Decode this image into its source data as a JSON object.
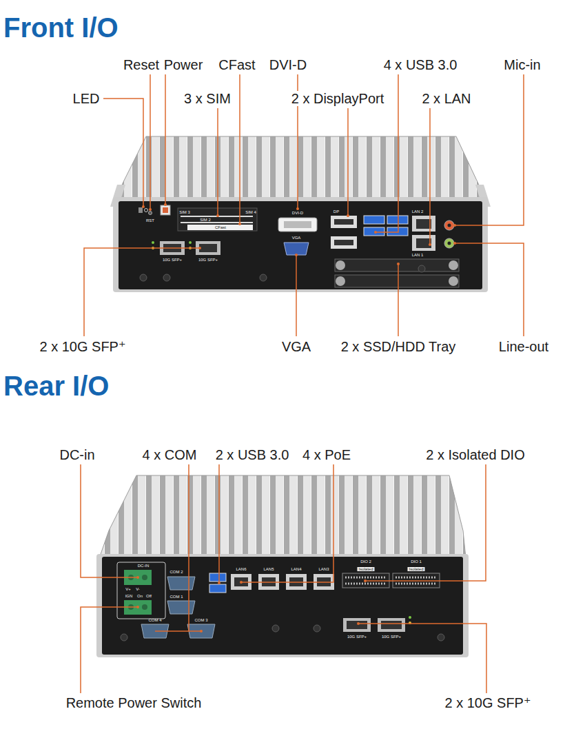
{
  "diagram": {
    "labels": [
      "Front I/O",
      "Reset",
      "Power",
      "CFast",
      "DVI-D",
      "4 x USB 3.0",
      "Mic-in",
      "LED",
      "3 x SIM",
      "2 x DisplayPort",
      "2 x LAN",
      "2 x 10G SFP⁺",
      "VGA",
      "2 x SSD/HDD Tray",
      "Line-out",
      "Rear I/O",
      "DC-in",
      "4 x COM",
      "2 x USB 3.0",
      "4 x PoE",
      "2 x Isolated DIO",
      "Remote Power Switch",
      "2 x 10G SFP⁺",
      "RST",
      "SIM 3",
      "SIM 4",
      "SIM 2",
      "CFast",
      "DVI-D",
      "VGA",
      "DP",
      "LAN 2",
      "LAN 1",
      "10G SFP+",
      "10G SFP+",
      "DC-IN",
      "V+",
      "V-",
      "IGN",
      "On",
      "Off",
      "COM 2",
      "COM 1",
      "COM 4",
      "COM 3",
      "LAN6",
      "LAN5",
      "LAN4",
      "LAN3",
      "DIO 2",
      "Isolated",
      "DIO 1",
      "Isolated",
      "10G SFP+",
      "10G SFP+"
    ]
  }
}
